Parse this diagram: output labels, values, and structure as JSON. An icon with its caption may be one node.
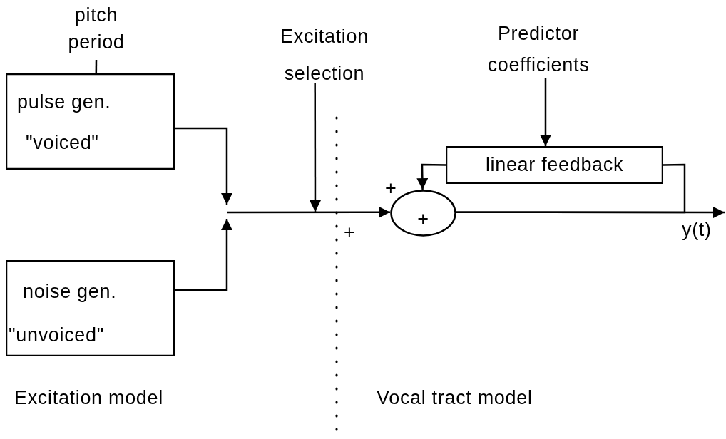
{
  "diagram": {
    "nodes": [
      {
        "text": [
          "pitch period"
        ]
      },
      {
        "text": [
          "pulse gen.",
          "\"voiced\""
        ]
      },
      {
        "text": [
          "noise gen.",
          "\"unvoiced\""
        ]
      },
      {
        "text": [
          "Excitation selection"
        ]
      },
      {
        "text": [
          "+"
        ]
      },
      {
        "text": [
          "linear feedback"
        ]
      },
      {
        "text": [
          "Predictor coefficients"
        ]
      }
    ],
    "edges": [
      {
        "from": 0,
        "to": 1,
        "arrow": "none"
      },
      {
        "from": 1,
        "to": null,
        "arrow": "to"
      },
      {
        "from": 2,
        "to": null,
        "arrow": "to"
      },
      {
        "from": null,
        "to": 4,
        "arrow": "to"
      },
      {
        "from": 3,
        "to": null,
        "arrow": "to"
      },
      {
        "from": 6,
        "to": 5,
        "arrow": "to"
      },
      {
        "from": 5,
        "to": 4,
        "arrow": "to"
      },
      {
        "from": 4,
        "to": null,
        "arrow": "to"
      },
      {
        "from": 4,
        "to": 5,
        "arrow": "none"
      }
    ],
    "labels": [
      "+",
      "+",
      "y(t)",
      "Excitation model",
      "Vocal tract model"
    ]
  }
}
